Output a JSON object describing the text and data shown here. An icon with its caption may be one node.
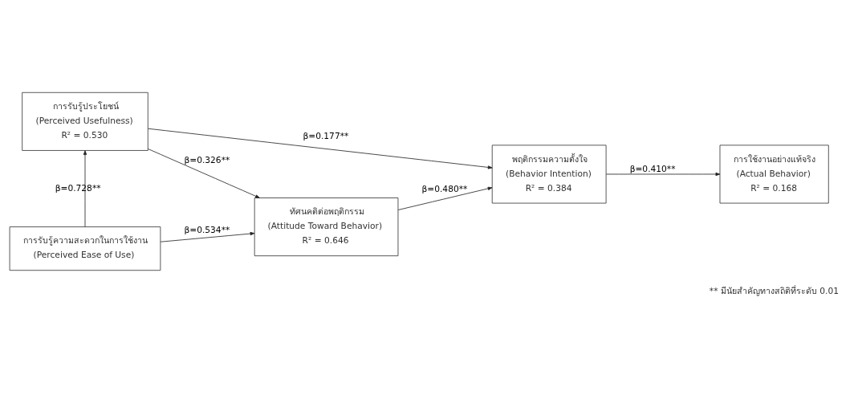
{
  "diagram": {
    "nodes": [
      {
        "text": [
          "การรับรู้ประโยชน์",
          "(Perceived Usefulness)",
          "R² = 0.530"
        ]
      },
      {
        "text": [
          "ทัศนคติต่อพฤติกรรม",
          "(Attitude Toward Behavior)",
          "R² = 0.646"
        ]
      },
      {
        "text": [
          "พฤติกรรมความตั้งใจ",
          "(Behavior Intention)",
          "R² = 0.384"
        ]
      },
      {
        "text": [
          "การใช้งานอย่างแท้จริง",
          "(Actual Behavior)",
          "R² = 0.168"
        ]
      },
      {
        "text": [
          "การรับรู้ความสะดวกในการใช้งาน",
          "(Perceived Ease of Use)"
        ]
      }
    ],
    "edges": [
      {
        "from": 0,
        "to": 1,
        "arrow": "to",
        "label": "β=0.326**"
      },
      {
        "from": 0,
        "to": 2,
        "arrow": "to",
        "label": "β=0.177**"
      },
      {
        "from": 4,
        "to": 0,
        "arrow": "to",
        "label": "β=0.728**"
      },
      {
        "from": 4,
        "to": 1,
        "arrow": "to",
        "label": "β=0.534**"
      },
      {
        "from": 1,
        "to": 2,
        "arrow": "to",
        "label": "β=0.480**"
      },
      {
        "from": 2,
        "to": 3,
        "arrow": "to",
        "label": "β=0.410**"
      }
    ],
    "labels": [
      "** มีนัยสำคัญทางสถิติที่ระดับ 0.01"
    ]
  }
}
